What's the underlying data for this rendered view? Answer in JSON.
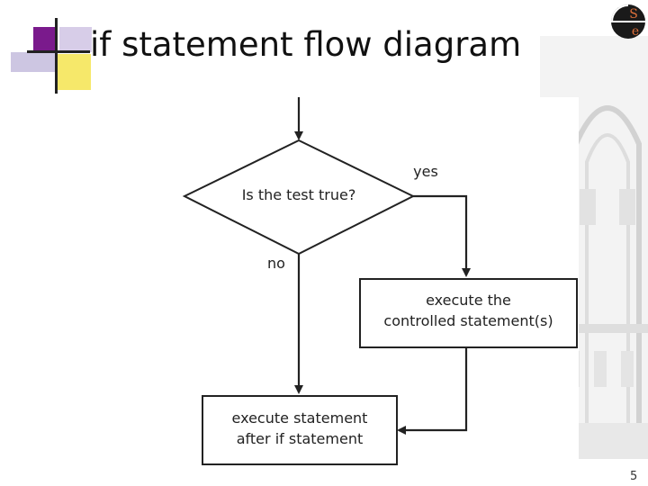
{
  "slide": {
    "title": "if statement flow diagram",
    "page_number": "5"
  },
  "logo": {
    "letter_s": "S",
    "letter_e": "e"
  },
  "diagram": {
    "decision": "Is the test true?",
    "yes_label": "yes",
    "no_label": "no",
    "controlled_line1": "execute the",
    "controlled_line2": "controlled statement(s)",
    "after_line1": "execute statement",
    "after_line2": "after if statement"
  },
  "colors": {
    "purple": "#7a1a8c",
    "yellow": "#f6e86a",
    "lilac": "#cdc6e2",
    "stroke": "#222222"
  }
}
